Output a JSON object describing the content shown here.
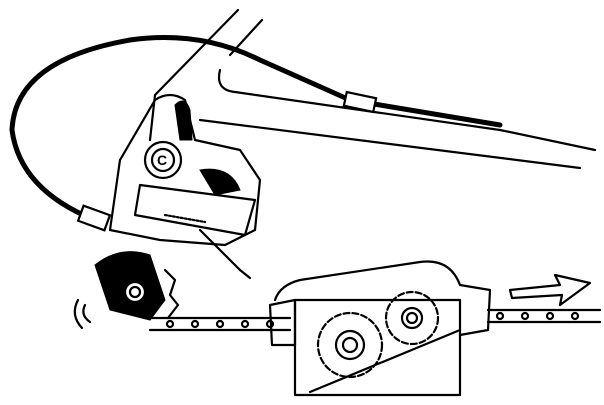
{
  "illustration": {
    "subject": "Bicycle rear derailleur with chain cleaning device",
    "bolt_glyph": "C",
    "colors": {
      "ink": "#000000",
      "paper": "#ffffff"
    },
    "elements": [
      "frame-tubes",
      "shift-cable",
      "rear-derailleur",
      "jockey-pulley",
      "chain",
      "chain-cleaner-box",
      "direction-arrow"
    ]
  }
}
